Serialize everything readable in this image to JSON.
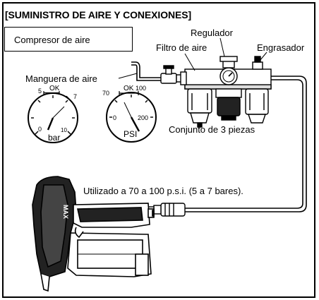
{
  "header": {
    "title": "[SUMINISTRO DE AIRE Y CONEXIONES]",
    "subtitle": "Compresor de aire"
  },
  "labels": {
    "regulator": "Regulador",
    "filter": "Filtro de aire",
    "lubricator": "Engrasador",
    "air_hose": "Manguera de aire",
    "three_piece": "Conjunto de 3 piezas",
    "usage": "Utilizado a 70 a 100 p.s.i. (5 a 7 bares)."
  },
  "gauge_bar": {
    "unit": "bar",
    "ok_label": "OK",
    "low_mark": "5",
    "high_mark": "7",
    "min_mark": "0",
    "max_mark": "10"
  },
  "gauge_psi": {
    "unit": "PSI",
    "ok_label": "OK",
    "low_mark": "70",
    "high_mark": "100",
    "min_mark": "0",
    "max_mark": "200"
  },
  "tool": {
    "brand": "MAX"
  }
}
